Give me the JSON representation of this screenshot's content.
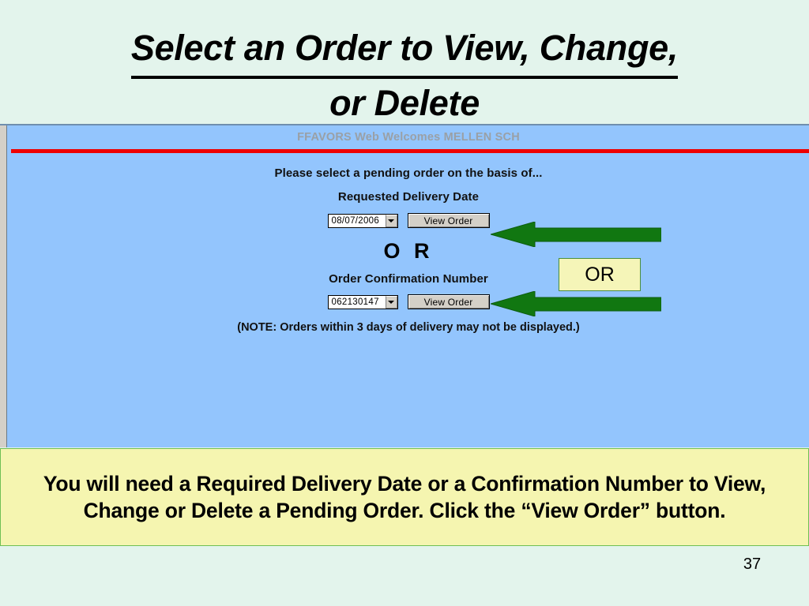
{
  "slide": {
    "title_line1": "Select an Order to View, Change,",
    "title_line2": "or Delete",
    "page_number": "37"
  },
  "web_panel": {
    "welcome_banner": "FFAVORS Web Welcomes MELLEN SCH",
    "instruction": "Please select a pending order on the basis of...",
    "date_label": "Requested Delivery Date",
    "or_separator": "O R",
    "confirmation_label": "Order Confirmation Number",
    "note": "(NOTE: Orders within 3 days of delivery may not be displayed.)",
    "date_select": {
      "value": "08/07/2006",
      "arrow_icon": "chevron-down-icon"
    },
    "date_button_label": "View Order",
    "confirmation_select": {
      "value": "062130147",
      "arrow_icon": "chevron-down-icon"
    },
    "confirmation_button_label": "View Order",
    "colors": {
      "panel_background": "#93c5fd",
      "rule": "#ee0000",
      "banner_text": "#9aa0a6"
    }
  },
  "annotations": {
    "or_callout": "OR",
    "arrow_top_icon": "arrow-left-icon",
    "arrow_bottom_icon": "arrow-left-icon",
    "arrow_color": "#117711",
    "callout_fill": "#f5f5b8"
  },
  "caption": {
    "text": "You will need a Required Delivery Date or a Confirmation Number to View, Change or Delete a Pending Order.  Click the “View Order” button.",
    "fill": "#f5f5b0",
    "border": "#6fbf54"
  }
}
